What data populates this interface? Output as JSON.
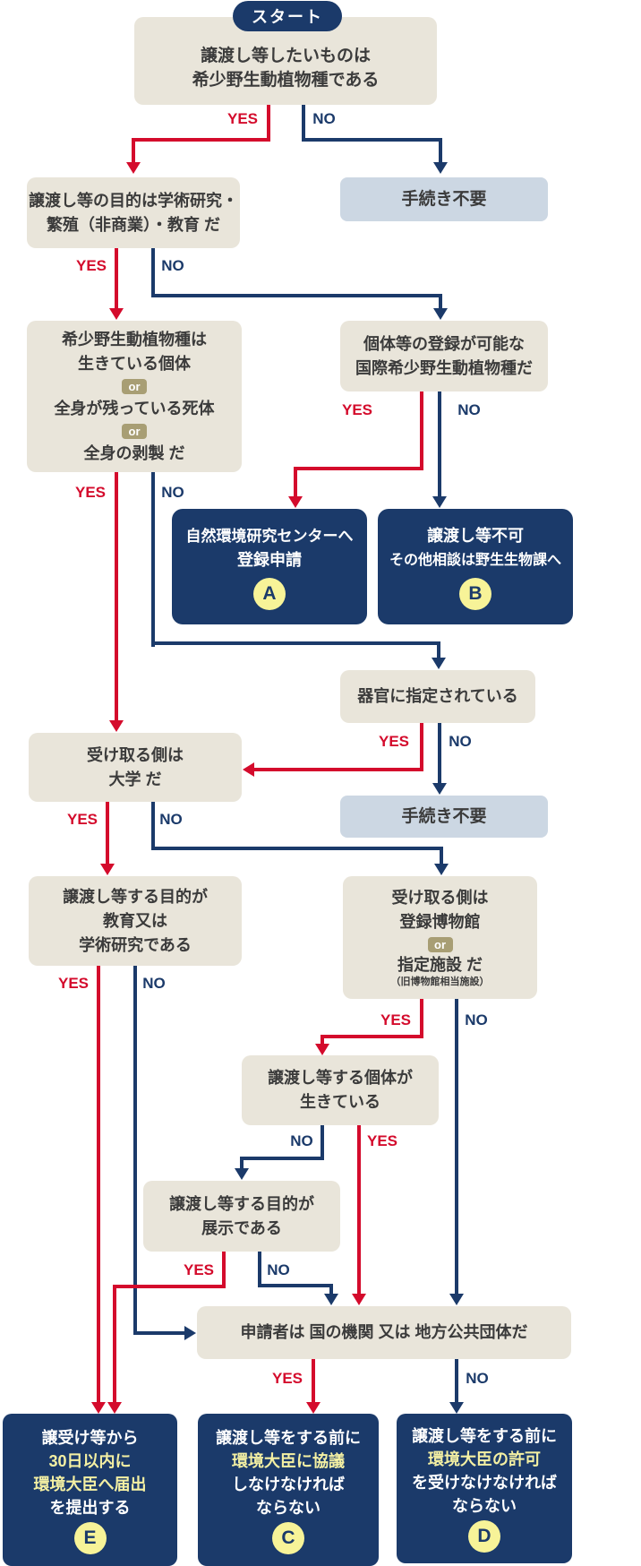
{
  "colors": {
    "navy": "#1b3a6a",
    "red": "#d40b2c",
    "beige": "#e9e5da",
    "lightblue": "#ccd7e3",
    "circle": "#f7f398",
    "yellowtext": "#f4f0a3",
    "orbadge": "#a89e74",
    "dark": "#3b3b3b"
  },
  "labels": {
    "yes": "YES",
    "no": "NO",
    "or": "or"
  },
  "start": {
    "label": "スタート"
  },
  "nodes": {
    "q1": {
      "lines": [
        "譲渡し等したいものは",
        "希少野生動植物種である"
      ]
    },
    "q2": {
      "lines": [
        "譲渡し等の目的は学術研究・",
        "繁殖（非商業）・教育 だ"
      ]
    },
    "noproc": {
      "label": "手続き不要"
    },
    "q3l": {
      "lines": [
        "希少野生動植物種は",
        "生きている個体",
        "全身が残っている死体",
        "全身の剥製 だ"
      ]
    },
    "q3r": {
      "lines": [
        "個体等の登録が可能な",
        "国際希少野生動植物種だ"
      ]
    },
    "resultA": {
      "lines": [
        "自然環境研究センターへ",
        "登録申請"
      ],
      "letter": "A"
    },
    "resultB": {
      "lines": [
        "譲渡し等不可",
        "その他相談は野生生物課へ"
      ],
      "letter": "B"
    },
    "q5": {
      "lines": [
        "器官に指定されている"
      ]
    },
    "q4": {
      "lines": [
        "受け取る側は",
        "大学 だ"
      ]
    },
    "q6": {
      "lines": [
        "譲渡し等する目的が",
        "教育又は",
        "学術研究である"
      ]
    },
    "q7": {
      "lines": [
        "受け取る側は",
        "登録博物館",
        "指定施設 だ",
        "（旧博物館相当施設）"
      ]
    },
    "q8": {
      "lines": [
        "譲渡し等する個体が",
        "生きている"
      ]
    },
    "q9": {
      "lines": [
        "譲渡し等する目的が",
        "展示である"
      ]
    },
    "q10": {
      "lines": [
        "申請者は 国の機関 又は 地方公共団体だ"
      ]
    },
    "resultE": {
      "lines": [
        "譲受け等から",
        "30日以内に",
        "環境大臣へ届出",
        "を提出する"
      ],
      "letter": "E"
    },
    "resultC": {
      "lines": [
        "譲渡し等をする前に",
        "環境大臣に協議",
        "しなけなければ",
        "ならない"
      ],
      "letter": "C"
    },
    "resultD": {
      "lines": [
        "譲渡し等をする前に",
        "環境大臣の許可",
        "を受けなけなければ",
        "ならない"
      ],
      "letter": "D"
    }
  }
}
